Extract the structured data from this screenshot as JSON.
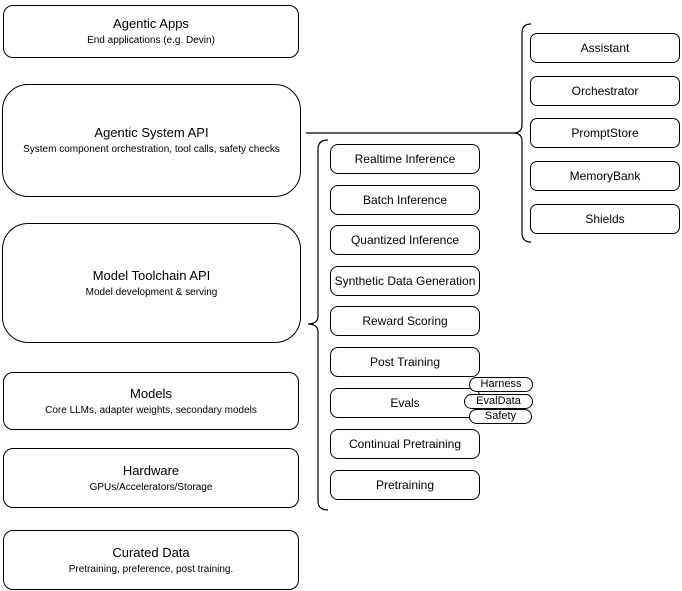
{
  "colors": {
    "stroke": "#000000",
    "node_fill": "#ffffff",
    "text": "#000000",
    "background": "#ffffff"
  },
  "left_layers": [
    {
      "title": "Agentic Apps",
      "subtitle": "End applications (e.g. Devin)"
    },
    {
      "title": "Agentic System API",
      "subtitle": "System component orchestration, tool calls, safety checks"
    },
    {
      "title": "Model Toolchain API",
      "subtitle": "Model development & serving"
    },
    {
      "title": "Models",
      "subtitle": "Core LLMs, adapter weights, secondary models"
    },
    {
      "title": "Hardware",
      "subtitle": "GPUs/Accelerators/Storage"
    },
    {
      "title": "Curated Data",
      "subtitle": "Pretraining, preference, post training."
    }
  ],
  "toolchain_items": [
    {
      "label": "Realtime Inference"
    },
    {
      "label": "Batch Inference"
    },
    {
      "label": "Quantized Inference"
    },
    {
      "label": "Synthetic Data Generation"
    },
    {
      "label": "Reward Scoring"
    },
    {
      "label": "Post Training"
    },
    {
      "label": "Evals"
    },
    {
      "label": "Continual Pretraining"
    },
    {
      "label": "Pretraining"
    }
  ],
  "evals_tags": [
    {
      "label": "Harness"
    },
    {
      "label": "EvalData"
    },
    {
      "label": "Safety"
    }
  ],
  "system_components": [
    {
      "label": "Assistant"
    },
    {
      "label": "Orchestrator"
    },
    {
      "label": "PromptStore"
    },
    {
      "label": "MemoryBank"
    },
    {
      "label": "Shields"
    }
  ]
}
